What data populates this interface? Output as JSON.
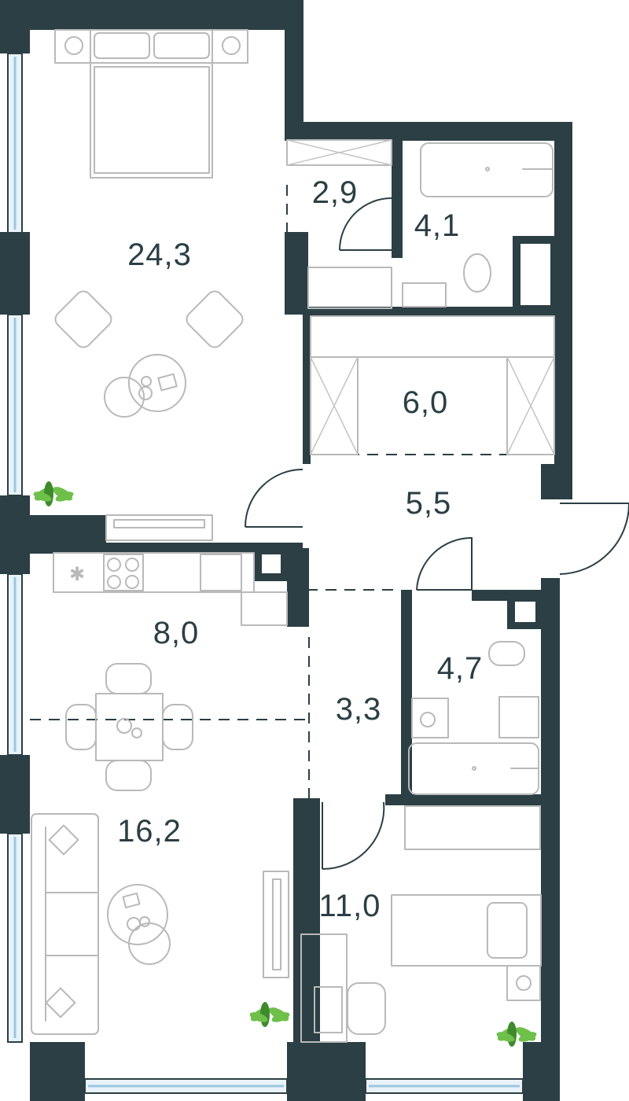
{
  "rooms": [
    {
      "id": "bedroom-large",
      "area": "24,3"
    },
    {
      "id": "wardrobe-small",
      "area": "2,9"
    },
    {
      "id": "bathroom-top",
      "area": "4,1"
    },
    {
      "id": "dressing-room",
      "area": "6,0"
    },
    {
      "id": "hall",
      "area": "5,5"
    },
    {
      "id": "kitchen",
      "area": "8,0"
    },
    {
      "id": "corridor",
      "area": "3,3"
    },
    {
      "id": "bathroom-bottom",
      "area": "4,7"
    },
    {
      "id": "living-room",
      "area": "16,2"
    },
    {
      "id": "bedroom-small",
      "area": "11,0"
    }
  ],
  "colors": {
    "wall": "#2b3f44",
    "furniture": "#b9b9b9",
    "plant": "#6ec04a",
    "window_glass": "#9bc7df"
  }
}
